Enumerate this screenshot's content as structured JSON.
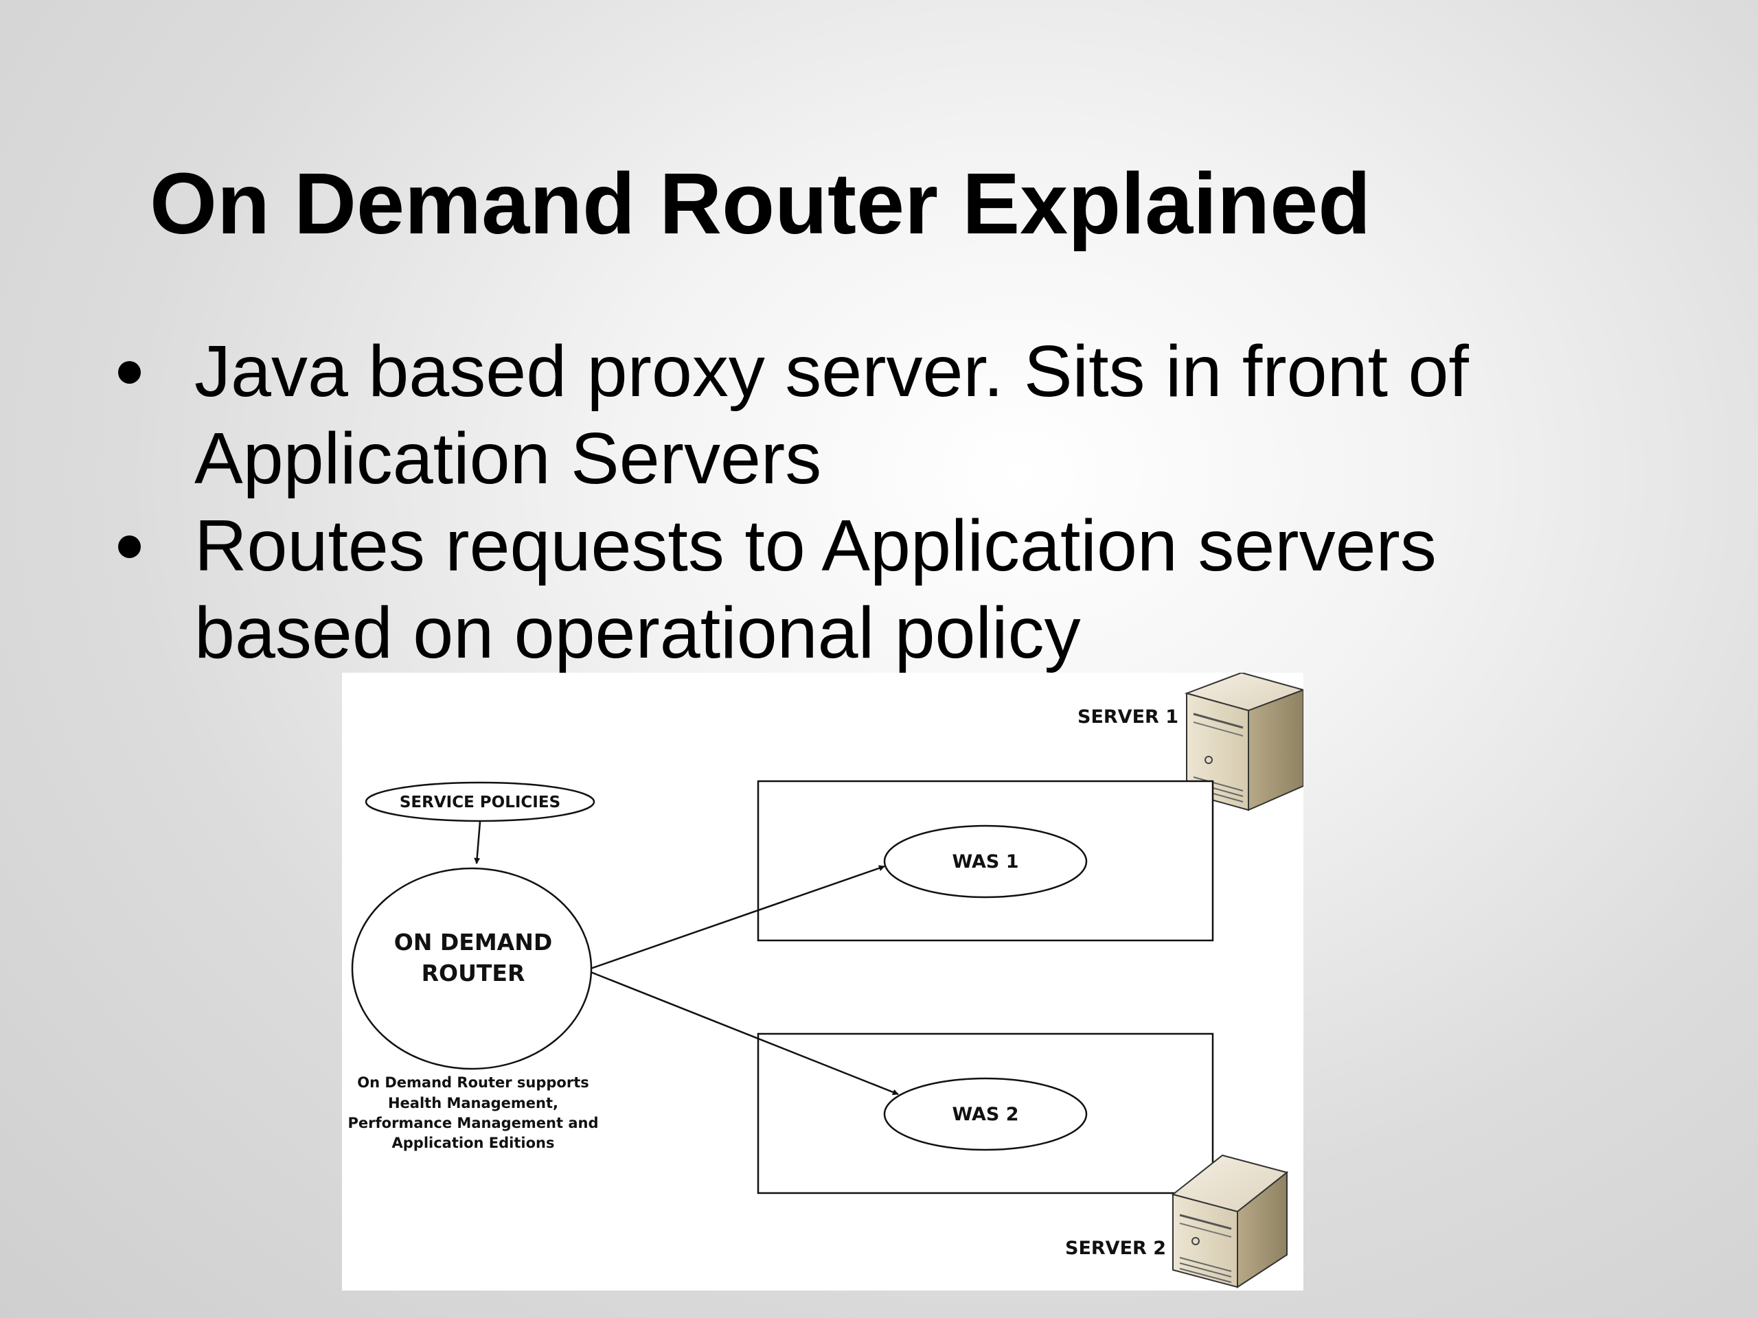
{
  "slide": {
    "title": "On Demand Router Explained",
    "bullets": [
      {
        "line1": "Java based proxy server. Sits in front of",
        "line2": "Application Servers"
      },
      {
        "line1": "Routes requests to Application servers",
        "line2": "based on operational policy"
      }
    ]
  },
  "diagram": {
    "service_policies": "SERVICE POLICIES",
    "router_line1": "ON DEMAND",
    "router_line2": "ROUTER",
    "router_note": [
      "On Demand Router supports",
      "Health Management,",
      "Performance Management and",
      "Application Editions"
    ],
    "was1": "WAS 1",
    "was2": "WAS 2",
    "server1": "SERVER 1",
    "server2": "SERVER 2",
    "icons": [
      "server-icon",
      "server-icon"
    ]
  }
}
